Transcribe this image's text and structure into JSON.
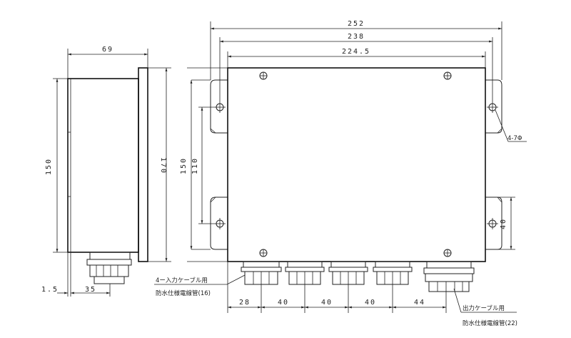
{
  "dimensions": {
    "total_width": "252",
    "flange_pitch": "238",
    "body_width": "224.5",
    "side_depth": "69",
    "side_height": "150",
    "side_flange_height": "170",
    "side_offset": "1.5",
    "side_gland": "35",
    "front_height": "150",
    "hole_pitch": "110",
    "right_offset": "40",
    "gland_pitch": [
      "28",
      "40",
      "40",
      "40",
      "44"
    ]
  },
  "notes": {
    "hole_note": "4-7Φ",
    "input_cable": "4ー入力ケーブル用",
    "input_conduit": "防水仕様電線管(16)",
    "output_cable": "出力ケーブル用",
    "output_conduit": "防水仕様電線管(22)"
  }
}
